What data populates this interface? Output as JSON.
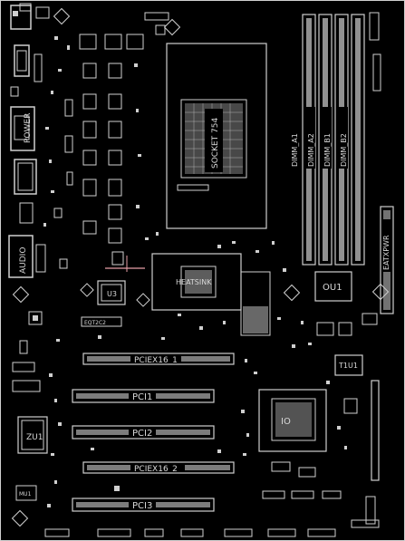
{
  "labels": {
    "socket": "SOCKET 754",
    "dimm_a1": "DIMM_A1",
    "dimm_a2": "DIMM_A2",
    "dimm_b1": "DIMM_B1",
    "dimm_b2": "DIMM_B2",
    "power_left": "POWER",
    "audio": "AUDIO",
    "heatsink": "HEATSINK",
    "u3": "U3",
    "ou1": "OU1",
    "eatxpwr": "EATXPWR",
    "t1u1": "T1U1",
    "pciex16_1": "PCIEX16_1",
    "pci1": "PCI1",
    "pci2": "PCI2",
    "pciex16_2": "PCIEX16_2",
    "pci3": "PCI3",
    "zu1": "ZU1",
    "mu1": "MU1",
    "io": "IO",
    "chip_small": "EQT2C2"
  },
  "colors": {
    "background": "#000000",
    "silkscreen": "#d0d0d0",
    "trace_highlight": "#e8a0a8"
  }
}
